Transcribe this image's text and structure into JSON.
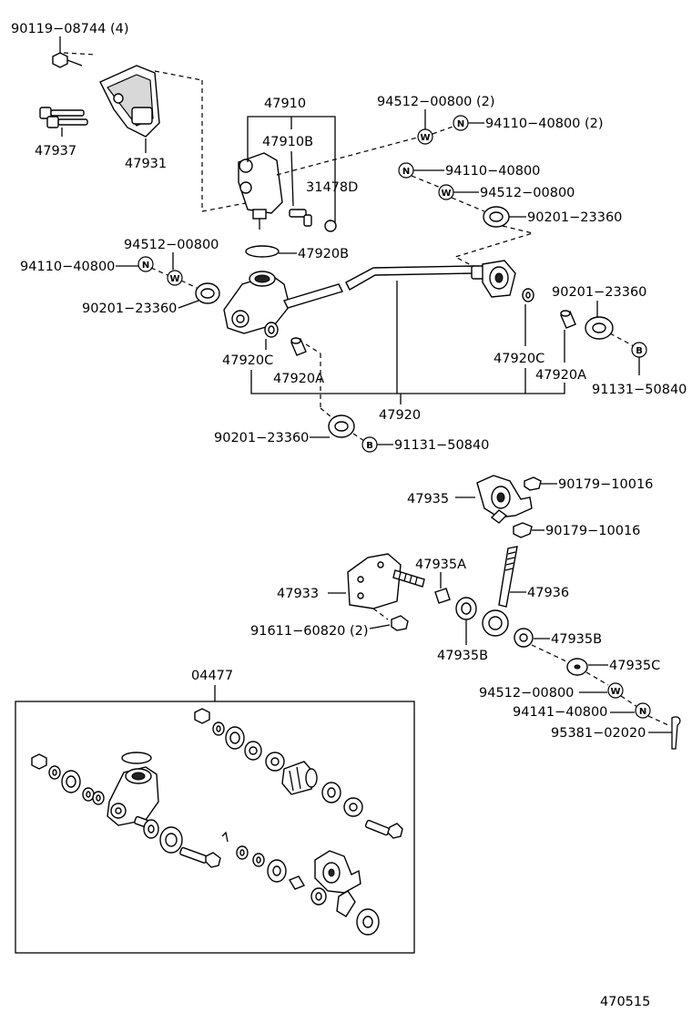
{
  "labels": {
    "p90119_08744": "90119−08744 (4)",
    "p47937": "47937",
    "p47931": "47931",
    "p47910": "47910",
    "p47910B": "47910B",
    "p31478D": "31478D",
    "p94512_00800_2": "94512−00800 (2)",
    "p94110_40800_2": "94110−40800 (2)",
    "p94110_40800_a": "94110−40800",
    "p94512_00800_a": "94512−00800",
    "p90201_23360_a": "90201−23360",
    "p47920B": "47920B",
    "p94512_00800_b": "94512−00800",
    "p94110_40800_b": "94110−40800",
    "p90201_23360_b": "90201−23360",
    "p90201_23360_c": "90201−23360",
    "p47920C_left": "47920C",
    "p47920A_left": "47920A",
    "p47920C_right": "47920C",
    "p47920A_right": "47920A",
    "p91131_50840_a": "91131−50840",
    "p47920": "47920",
    "p90201_23360_d": "90201−23360",
    "p91131_50840_b": "91131−50840",
    "p47935": "47935",
    "p90179_10016_a": "90179−10016",
    "p90179_10016_b": "90179−10016",
    "p47935A": "47935A",
    "p47933": "47933",
    "p47936": "47936",
    "p91611_60820_2": "91611−60820 (2)",
    "p47935B_left": "47935B",
    "p47935B_right": "47935B",
    "p47935C": "47935C",
    "p94512_00800_c": "94512−00800",
    "p94141_40800": "94141−40800",
    "p95381_02020": "95381−02020",
    "p04477": "04477",
    "diagram_code": "470515"
  },
  "badges": {
    "washer": "W",
    "nut": "N",
    "bolt": "B"
  }
}
